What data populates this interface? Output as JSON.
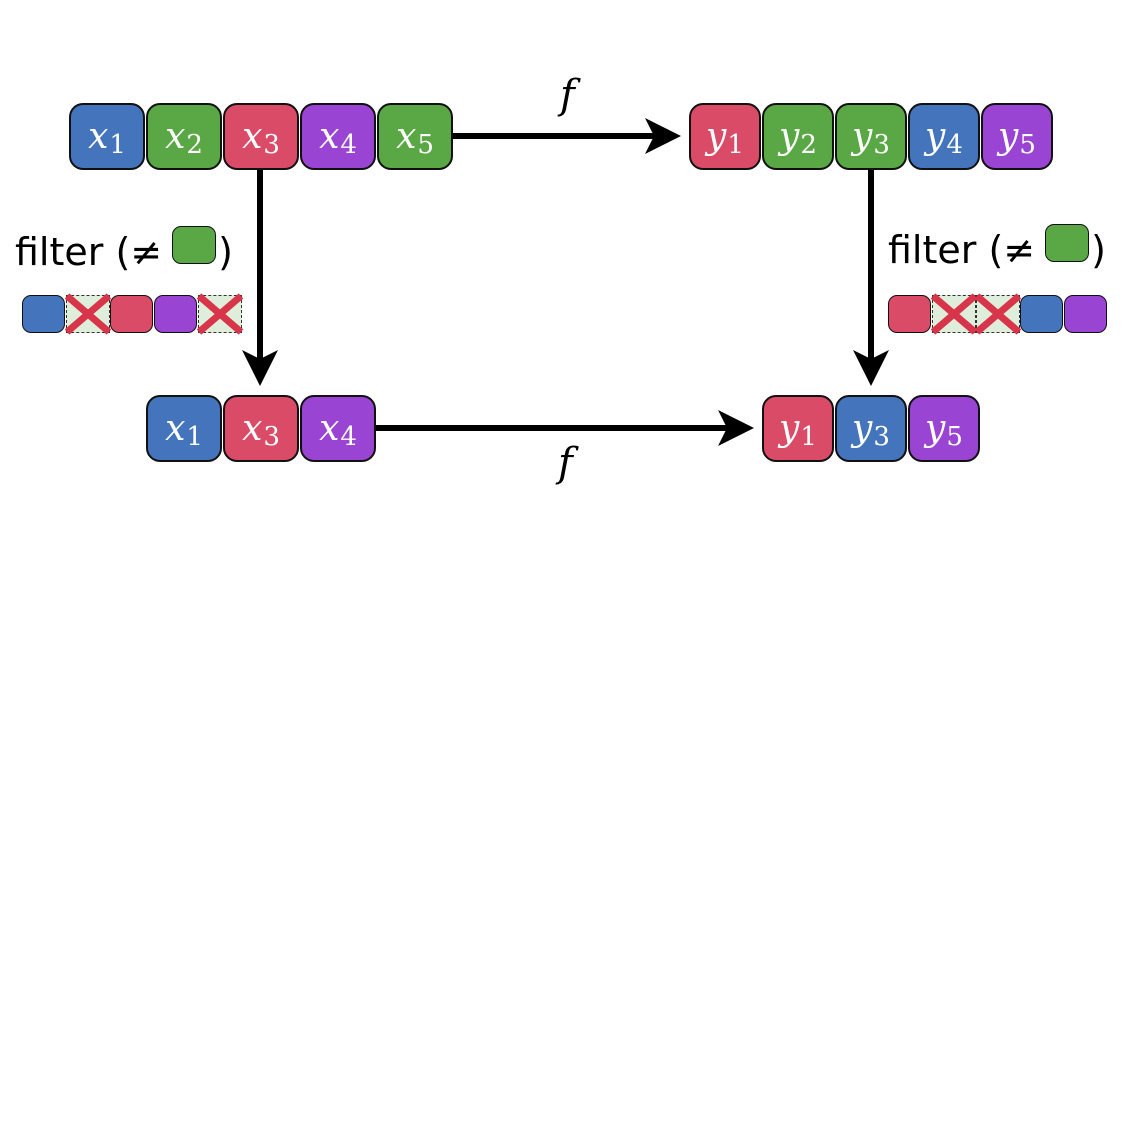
{
  "colors": {
    "blue": "#4374BC",
    "green": "#5AA845",
    "red": "#DA4B68",
    "purple": "#9A44D3",
    "cross": "#D8344A"
  },
  "top_left": [
    {
      "v": "x",
      "s": "1",
      "c": "blue"
    },
    {
      "v": "x",
      "s": "2",
      "c": "green"
    },
    {
      "v": "x",
      "s": "3",
      "c": "red"
    },
    {
      "v": "x",
      "s": "4",
      "c": "purple"
    },
    {
      "v": "x",
      "s": "5",
      "c": "green"
    }
  ],
  "top_right": [
    {
      "v": "y",
      "s": "1",
      "c": "red"
    },
    {
      "v": "y",
      "s": "2",
      "c": "green"
    },
    {
      "v": "y",
      "s": "3",
      "c": "green"
    },
    {
      "v": "y",
      "s": "4",
      "c": "blue"
    },
    {
      "v": "y",
      "s": "5",
      "c": "purple"
    }
  ],
  "bottom_left": [
    {
      "v": "x",
      "s": "1",
      "c": "blue"
    },
    {
      "v": "x",
      "s": "3",
      "c": "red"
    },
    {
      "v": "x",
      "s": "4",
      "c": "purple"
    }
  ],
  "bottom_right": [
    {
      "v": "y",
      "s": "1",
      "c": "red"
    },
    {
      "v": "y",
      "s": "3",
      "c": "blue"
    },
    {
      "v": "y",
      "s": "5",
      "c": "purple"
    }
  ],
  "arrow_top_label": "f",
  "arrow_bottom_label": "f",
  "filter_left": {
    "text": "filter (≠",
    "close": ")",
    "swatch": "green",
    "strip": [
      "blue",
      "removed",
      "red",
      "purple",
      "removed"
    ]
  },
  "filter_right": {
    "text": "filter (≠",
    "close": ")",
    "swatch": "green",
    "strip": [
      "red",
      "removed",
      "removed",
      "blue",
      "purple"
    ]
  }
}
